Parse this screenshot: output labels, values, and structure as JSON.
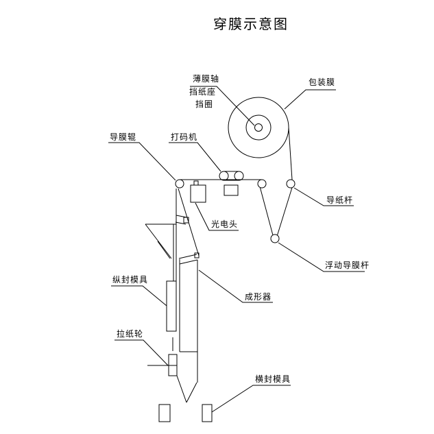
{
  "title": "穿膜示意图",
  "colors": {
    "background": "#ffffff",
    "line": "#000000",
    "text": "#000000"
  },
  "labels": {
    "film_shaft": "薄膜轴",
    "paper_stop_seat": "挡纸座",
    "stop_ring": "挡圈",
    "packaging_film": "包装膜",
    "film_guide_roller": "导膜辊",
    "code_printer": "打码机",
    "photoelectric_head": "光电头",
    "paper_guide_rod": "导纸杆",
    "floating_film_guide_rod": "浮动导膜杆",
    "former": "成形器",
    "longitudinal_seal_mold": "纵封模具",
    "paper_pull_wheel": "拉纸轮",
    "horizontal_seal_mold": "横封模具"
  }
}
